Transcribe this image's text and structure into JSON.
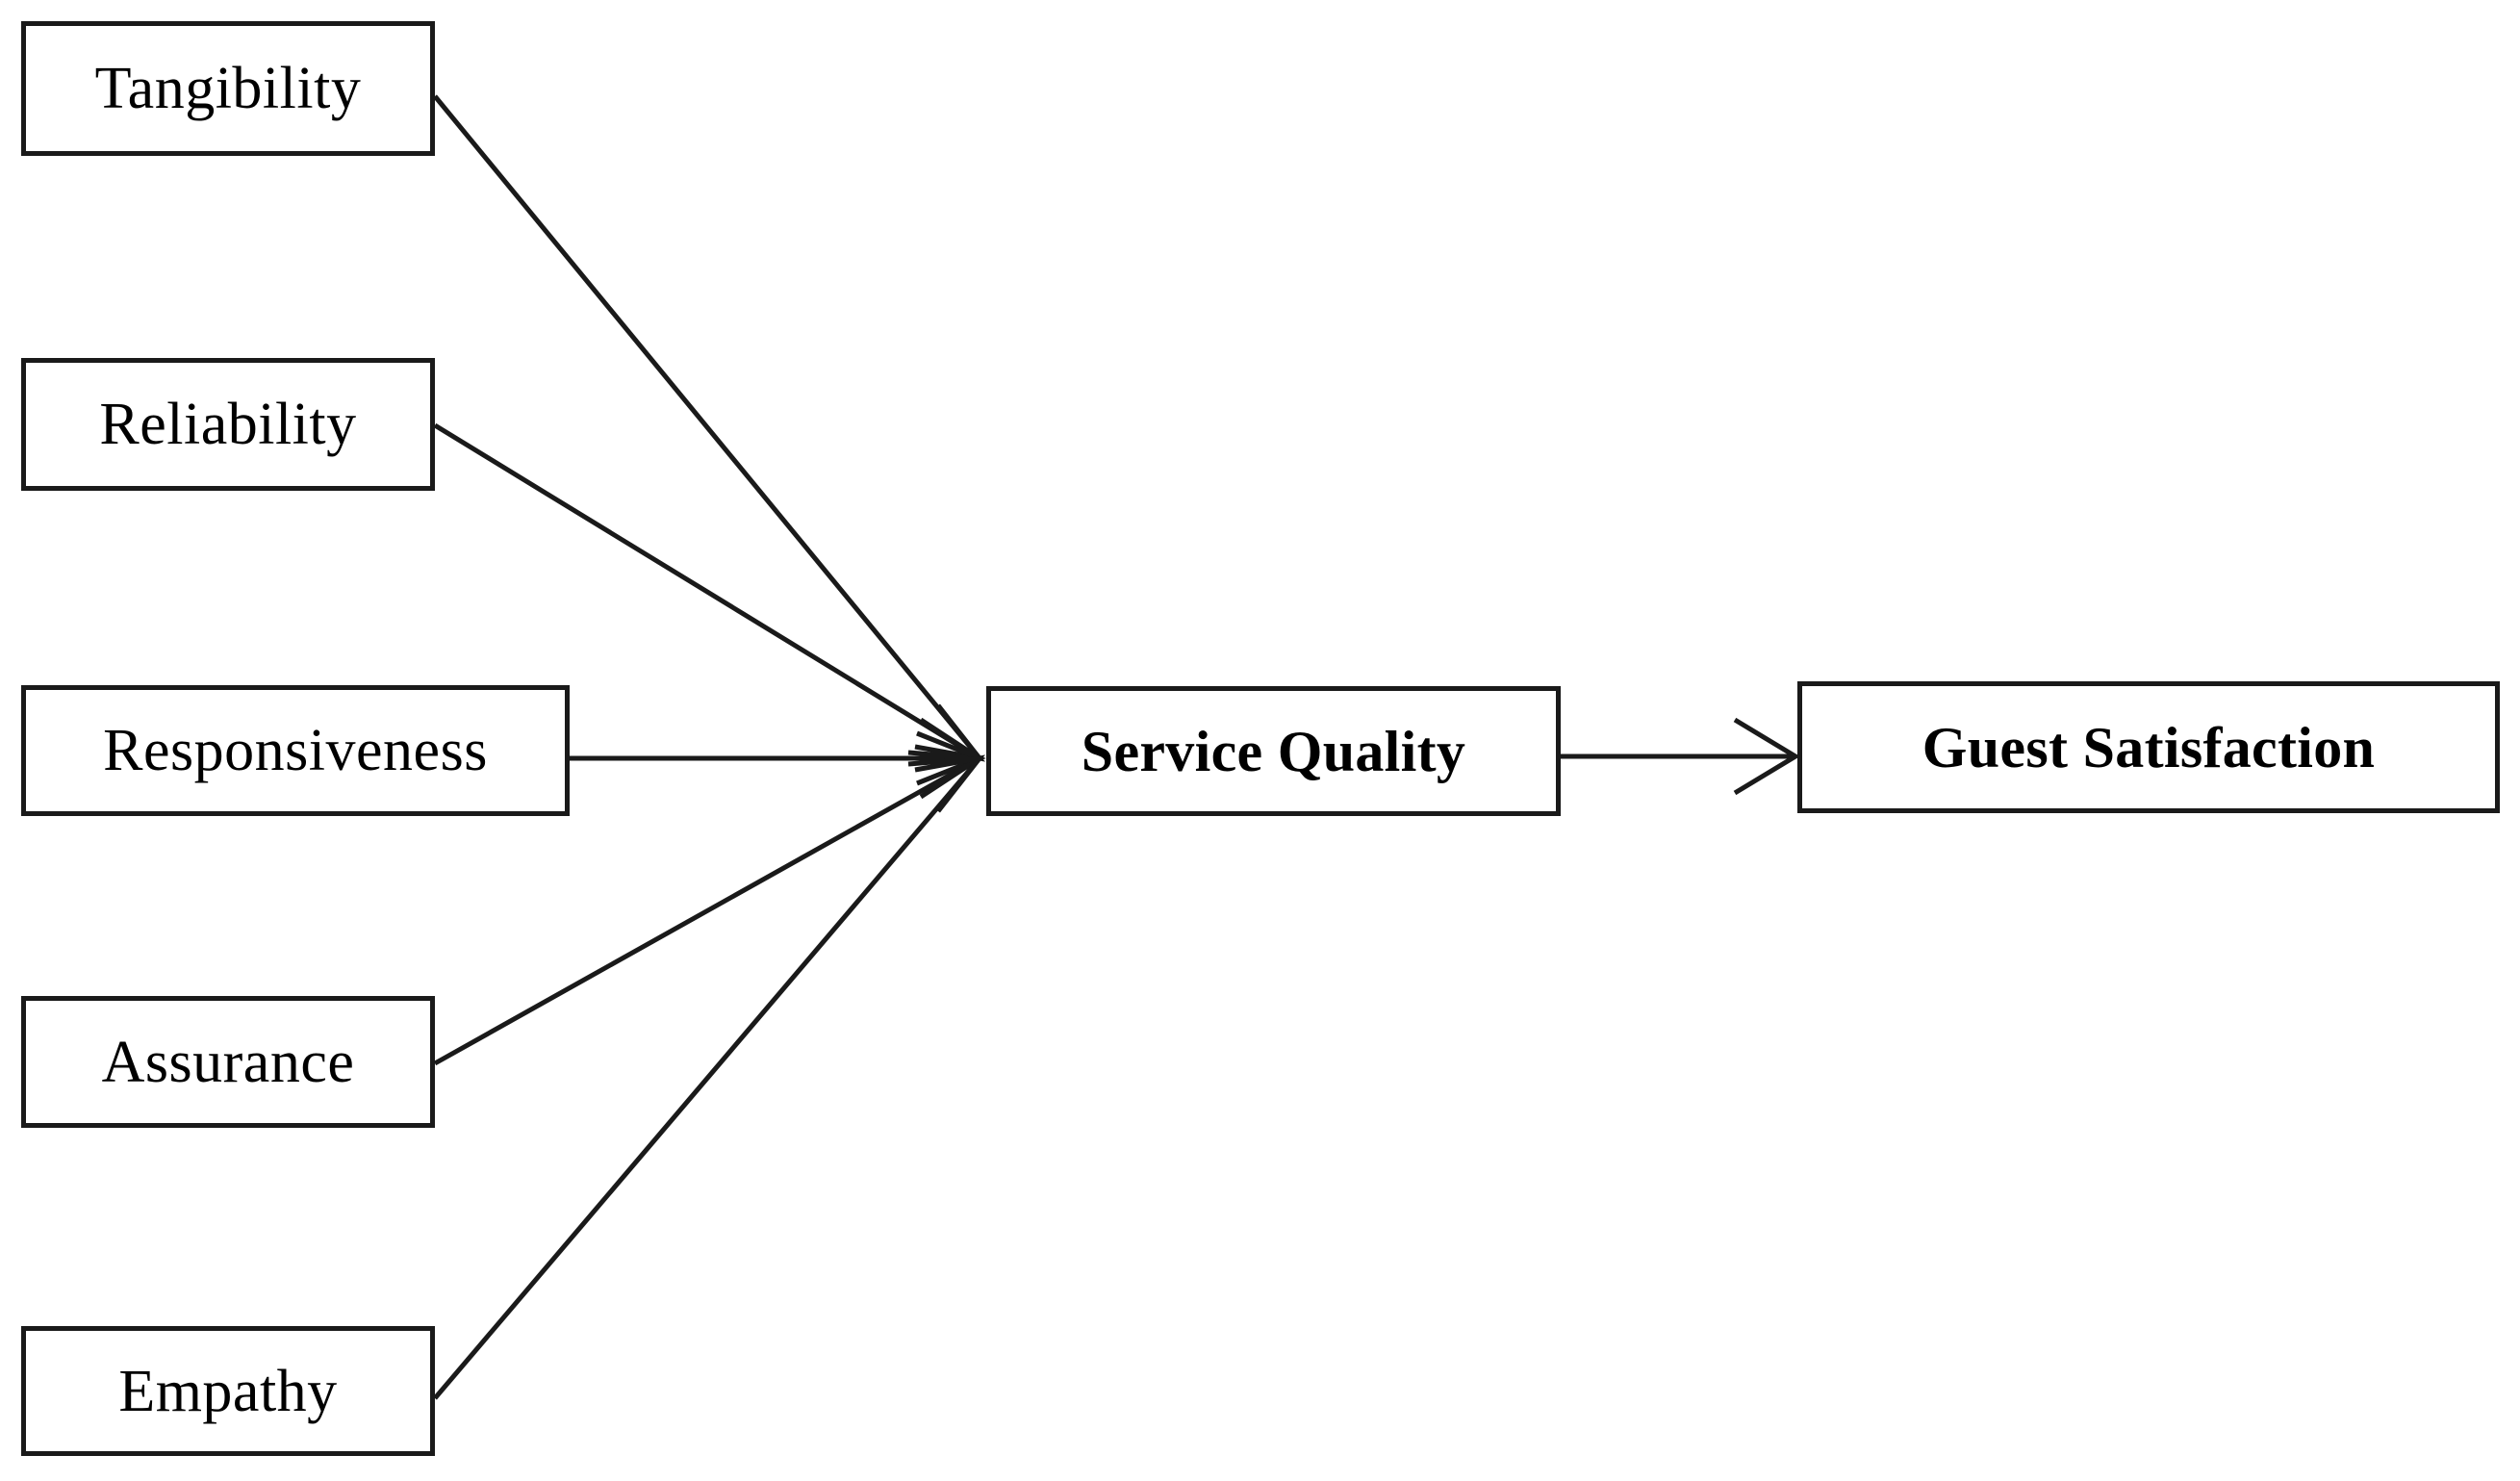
{
  "diagram": {
    "type": "conceptual-model",
    "background_color": "#ffffff",
    "line_color": "#1a1a1a",
    "border_color": "#1a1a1a",
    "text_color": "#000000",
    "nodes": [
      {
        "id": "tangibility",
        "label": "Tangibility",
        "bold": false
      },
      {
        "id": "reliability",
        "label": "Reliability",
        "bold": false
      },
      {
        "id": "responsiveness",
        "label": "Responsiveness",
        "bold": false
      },
      {
        "id": "assurance",
        "label": "Assurance",
        "bold": false
      },
      {
        "id": "empathy",
        "label": "Empathy",
        "bold": false
      },
      {
        "id": "service_quality",
        "label": "Service Quality",
        "bold": true
      },
      {
        "id": "guest_satisfaction",
        "label": "Guest Satisfaction",
        "bold": true
      }
    ],
    "edges": [
      {
        "from": "tangibility",
        "to": "service_quality",
        "arrow": "open-v"
      },
      {
        "from": "reliability",
        "to": "service_quality",
        "arrow": "open-v"
      },
      {
        "from": "responsiveness",
        "to": "service_quality",
        "arrow": "open-v"
      },
      {
        "from": "assurance",
        "to": "service_quality",
        "arrow": "open-v"
      },
      {
        "from": "empathy",
        "to": "service_quality",
        "arrow": "open-v"
      },
      {
        "from": "service_quality",
        "to": "guest_satisfaction",
        "arrow": "open-v"
      }
    ]
  }
}
